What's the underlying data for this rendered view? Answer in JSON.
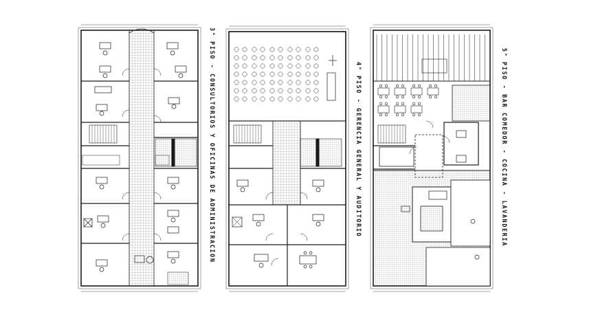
{
  "floors": [
    {
      "title": "3° PISO - CONSULTORIOS Y OFICINAS DE ADMINISTRACION"
    },
    {
      "title": "4° PISO - GERENCIA GENERAL Y AUDITORIO"
    },
    {
      "title": "5° PISO - BAR COMEDOR - COCINA - LAVANDERIA"
    }
  ],
  "colors": {
    "line": "#1a1a1a",
    "hatch": "#8a8a8a",
    "background": "#ffffff"
  }
}
